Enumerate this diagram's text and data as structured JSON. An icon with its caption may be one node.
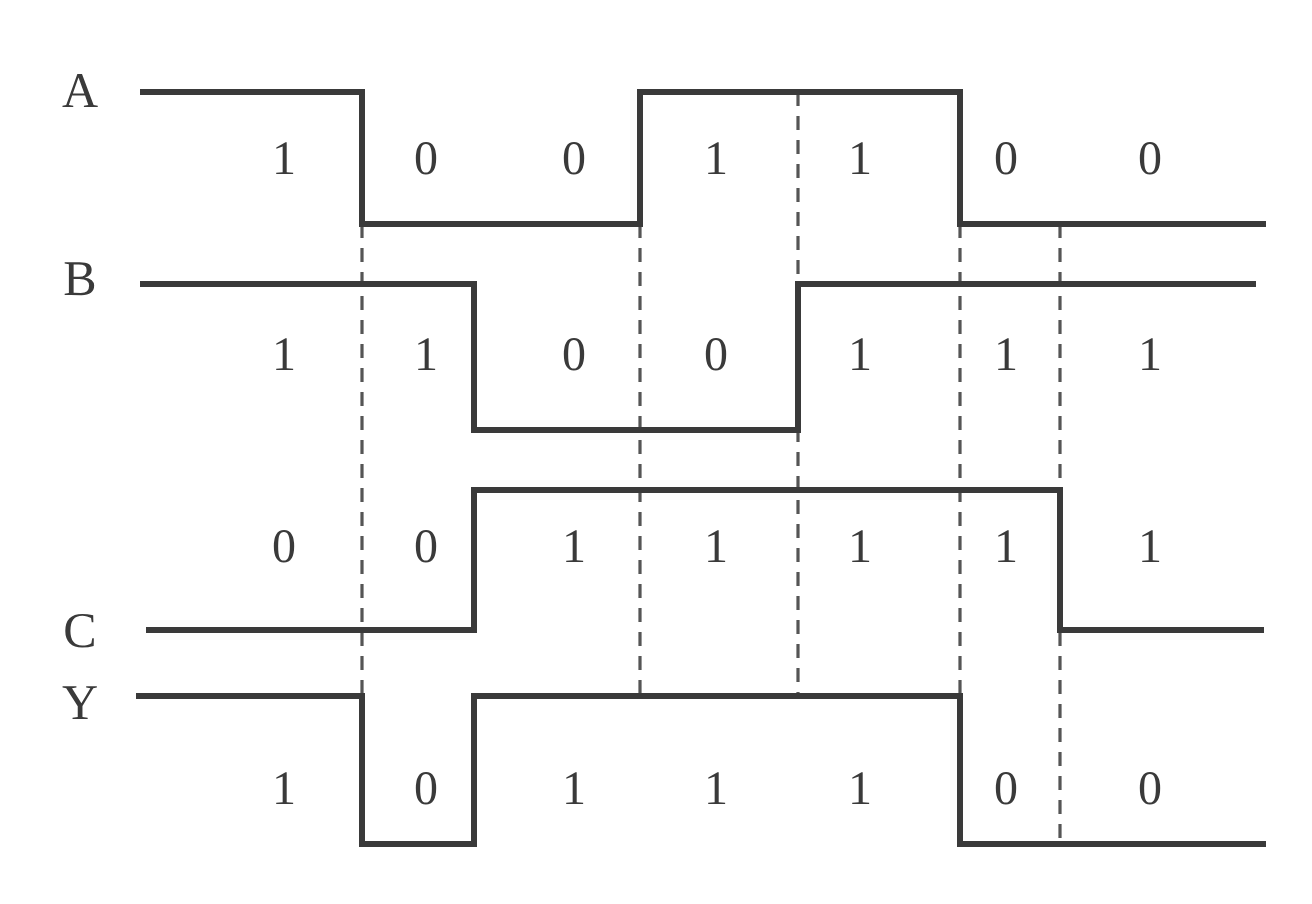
{
  "diagram": {
    "labels": [
      "A",
      "1",
      "0",
      "0",
      "1",
      "1",
      "0",
      "0",
      "B",
      "1",
      "1",
      "0",
      "0",
      "1",
      "1",
      "1",
      "0",
      "0",
      "1",
      "1",
      "1",
      "1",
      "1",
      "C",
      "Y",
      "1",
      "0",
      "1",
      "1",
      "1",
      "0",
      "0"
    ]
  }
}
